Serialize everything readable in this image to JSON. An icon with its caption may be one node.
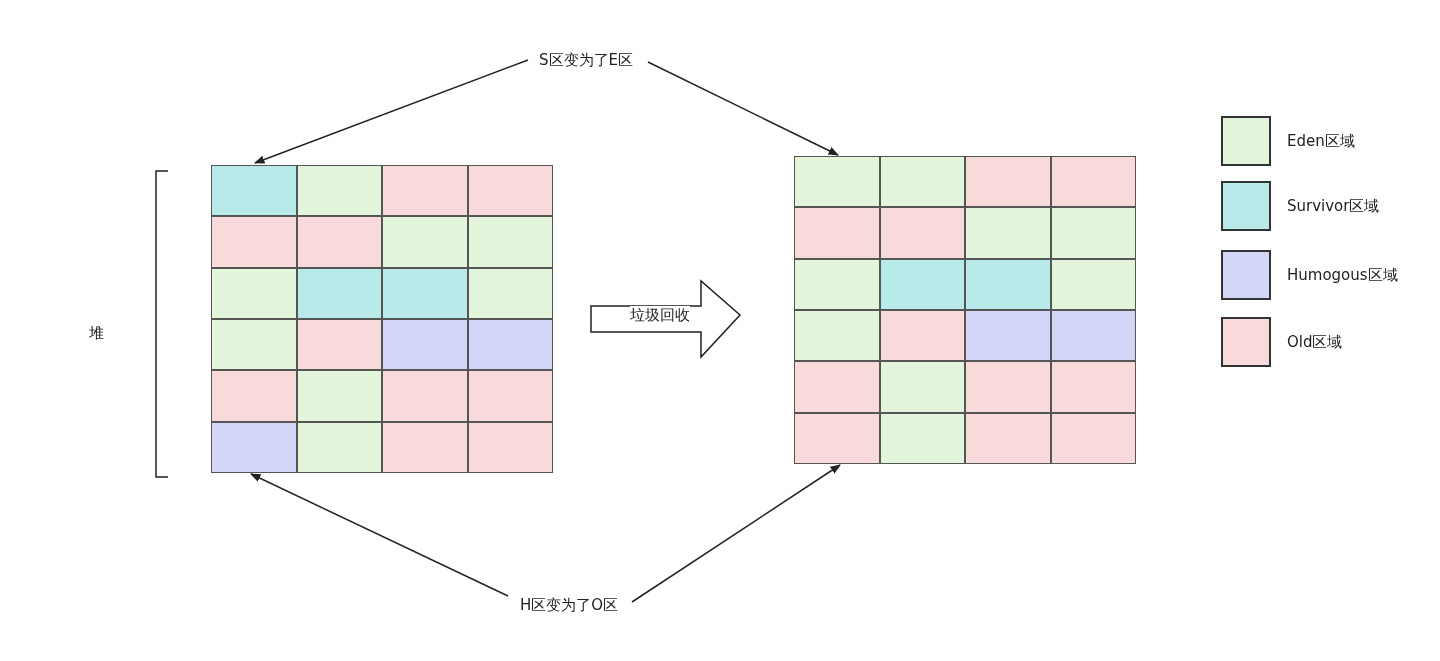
{
  "diagram": {
    "nodes": [
      {
        "text": [
          "S区变为了E区"
        ]
      },
      {
        "text": [],
        "shape": "box"
      },
      {
        "text": [],
        "shape": "box"
      },
      {
        "text": [
          "H区变为了O区"
        ]
      }
    ],
    "edges": [
      {
        "from": 0,
        "to": 1,
        "arrow": "to"
      },
      {
        "from": 0,
        "to": 2,
        "arrow": "to"
      },
      {
        "from": 3,
        "to": 1,
        "arrow": "to"
      },
      {
        "from": 3,
        "to": 2,
        "arrow": "to"
      },
      {
        "from": 1,
        "to": 2,
        "arrow": "to",
        "label": "垃圾回收"
      }
    ],
    "labels": [
      "堆"
    ],
    "legend": [
      {
        "text": "Eden区域",
        "color": "#e3f5da"
      },
      {
        "text": "Survivor区域",
        "color": "#b9eaea"
      },
      {
        "text": "Humogous区域",
        "color": "#d4d6f8"
      },
      {
        "text": "Old区域",
        "color": "#f8dada"
      }
    ]
  }
}
